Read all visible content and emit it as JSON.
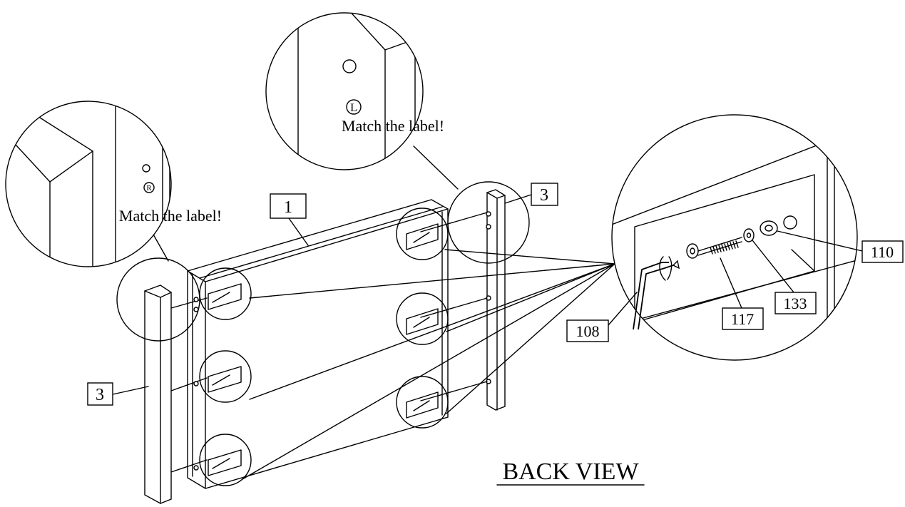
{
  "callouts": {
    "part_1": "1",
    "part_3_right": "3",
    "part_3_left": "3",
    "part_108": "108",
    "part_117": "117",
    "part_133": "133",
    "part_110": "110"
  },
  "labels": {
    "match_label_left": "Match the label!",
    "match_label_top": "Match the label!",
    "marker_r": "R",
    "marker_l": "L"
  },
  "view_title": "BACK VIEW"
}
